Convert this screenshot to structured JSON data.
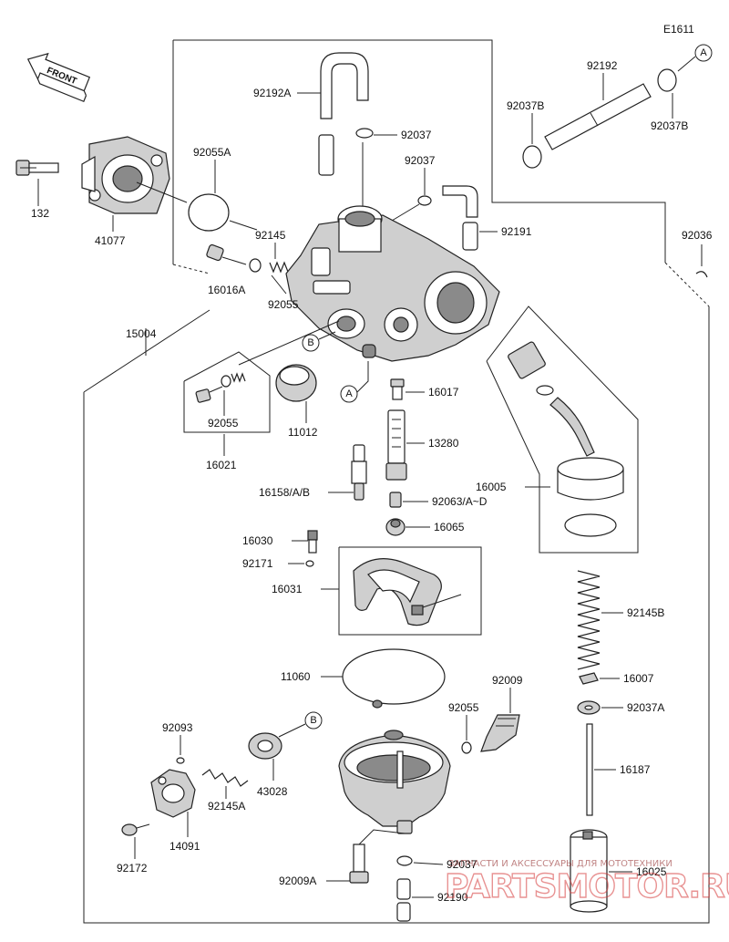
{
  "diagram_id": "E1611",
  "front_label": "FRONT",
  "callouts": {
    "a": "A",
    "b": "B"
  },
  "parts": {
    "p132": "132",
    "p41077": "41077",
    "p92055A": "92055A",
    "p92192A": "92192A",
    "p92037_top": "92037",
    "p92037_mid": "92037",
    "p92191": "92191",
    "p92145": "92145",
    "p92055_mid": "92055",
    "p16016": "16016A",
    "p15004": "15004",
    "p92055_inset": "92055",
    "p16021": "16021",
    "p11012": "11012",
    "p16017": "16017",
    "p13280": "13280",
    "p16158": "16158/A/B",
    "p92063": "92063/A~D",
    "p16065": "16065",
    "p16030": "16030",
    "p92171": "92171",
    "p16031": "16031",
    "p11060": "11060",
    "p92009": "92009",
    "p92055_bottom": "92055",
    "p92093": "92093",
    "p43028": "43028",
    "p92145A": "92145A",
    "p14091": "14091",
    "p92172": "92172",
    "p92009A": "92009A",
    "p92037_bottom": "92037",
    "p92190": "92190",
    "p92192": "92192",
    "p92037B_left": "92037B",
    "p92037B_right": "92037B",
    "p92036": "92036",
    "p16005": "16005",
    "p92145B": "92145B",
    "p16007": "16007",
    "p92037A": "92037A",
    "p16187": "16187",
    "p16025": "16025"
  },
  "watermark": {
    "tagline": "ЗАПЧАСТИ И АКСЕССУАРЫ ДЛЯ МОТОТЕХНИКИ",
    "brand": "PARTSMOTOR.RU"
  }
}
